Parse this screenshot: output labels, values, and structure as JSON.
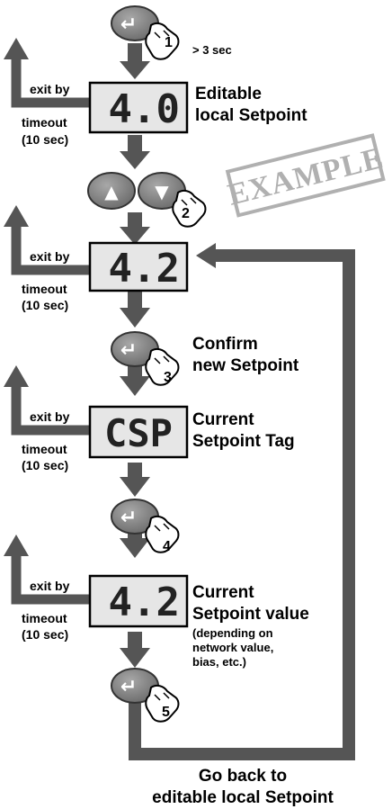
{
  "buttons": {
    "enter_symbol": "↵",
    "up_symbol": "▲",
    "down_symbol": "▼"
  },
  "steps": [
    "1",
    "2",
    "3",
    "4",
    "5"
  ],
  "hold_time": "> 3 sec",
  "exit_note": {
    "line1": "exit by",
    "line2": "timeout",
    "line3": "(10 sec)"
  },
  "displays": [
    {
      "value": "4.0",
      "desc_line1": "Editable",
      "desc_line2": "local Setpoint"
    },
    {
      "value": "4.2"
    },
    {
      "value": "CSP",
      "desc_line1": "Current",
      "desc_line2": "Setpoint Tag"
    },
    {
      "value": "4.2",
      "desc_line1": "Current",
      "desc_line2": "Setpoint value",
      "note_line1": "(depending on",
      "note_line2": "network value,",
      "note_line3": "bias, etc.)"
    }
  ],
  "confirm": {
    "line1": "Confirm",
    "line2": "new Setpoint"
  },
  "stamp": "EXAMPLE",
  "footer": {
    "line1": "Go back to",
    "line2": "editable local Setpoint"
  },
  "colors": {
    "arrow": "#555555",
    "button": "#777777",
    "display_bg": "#e6e6e6",
    "stamp": "#b0b0b0"
  }
}
